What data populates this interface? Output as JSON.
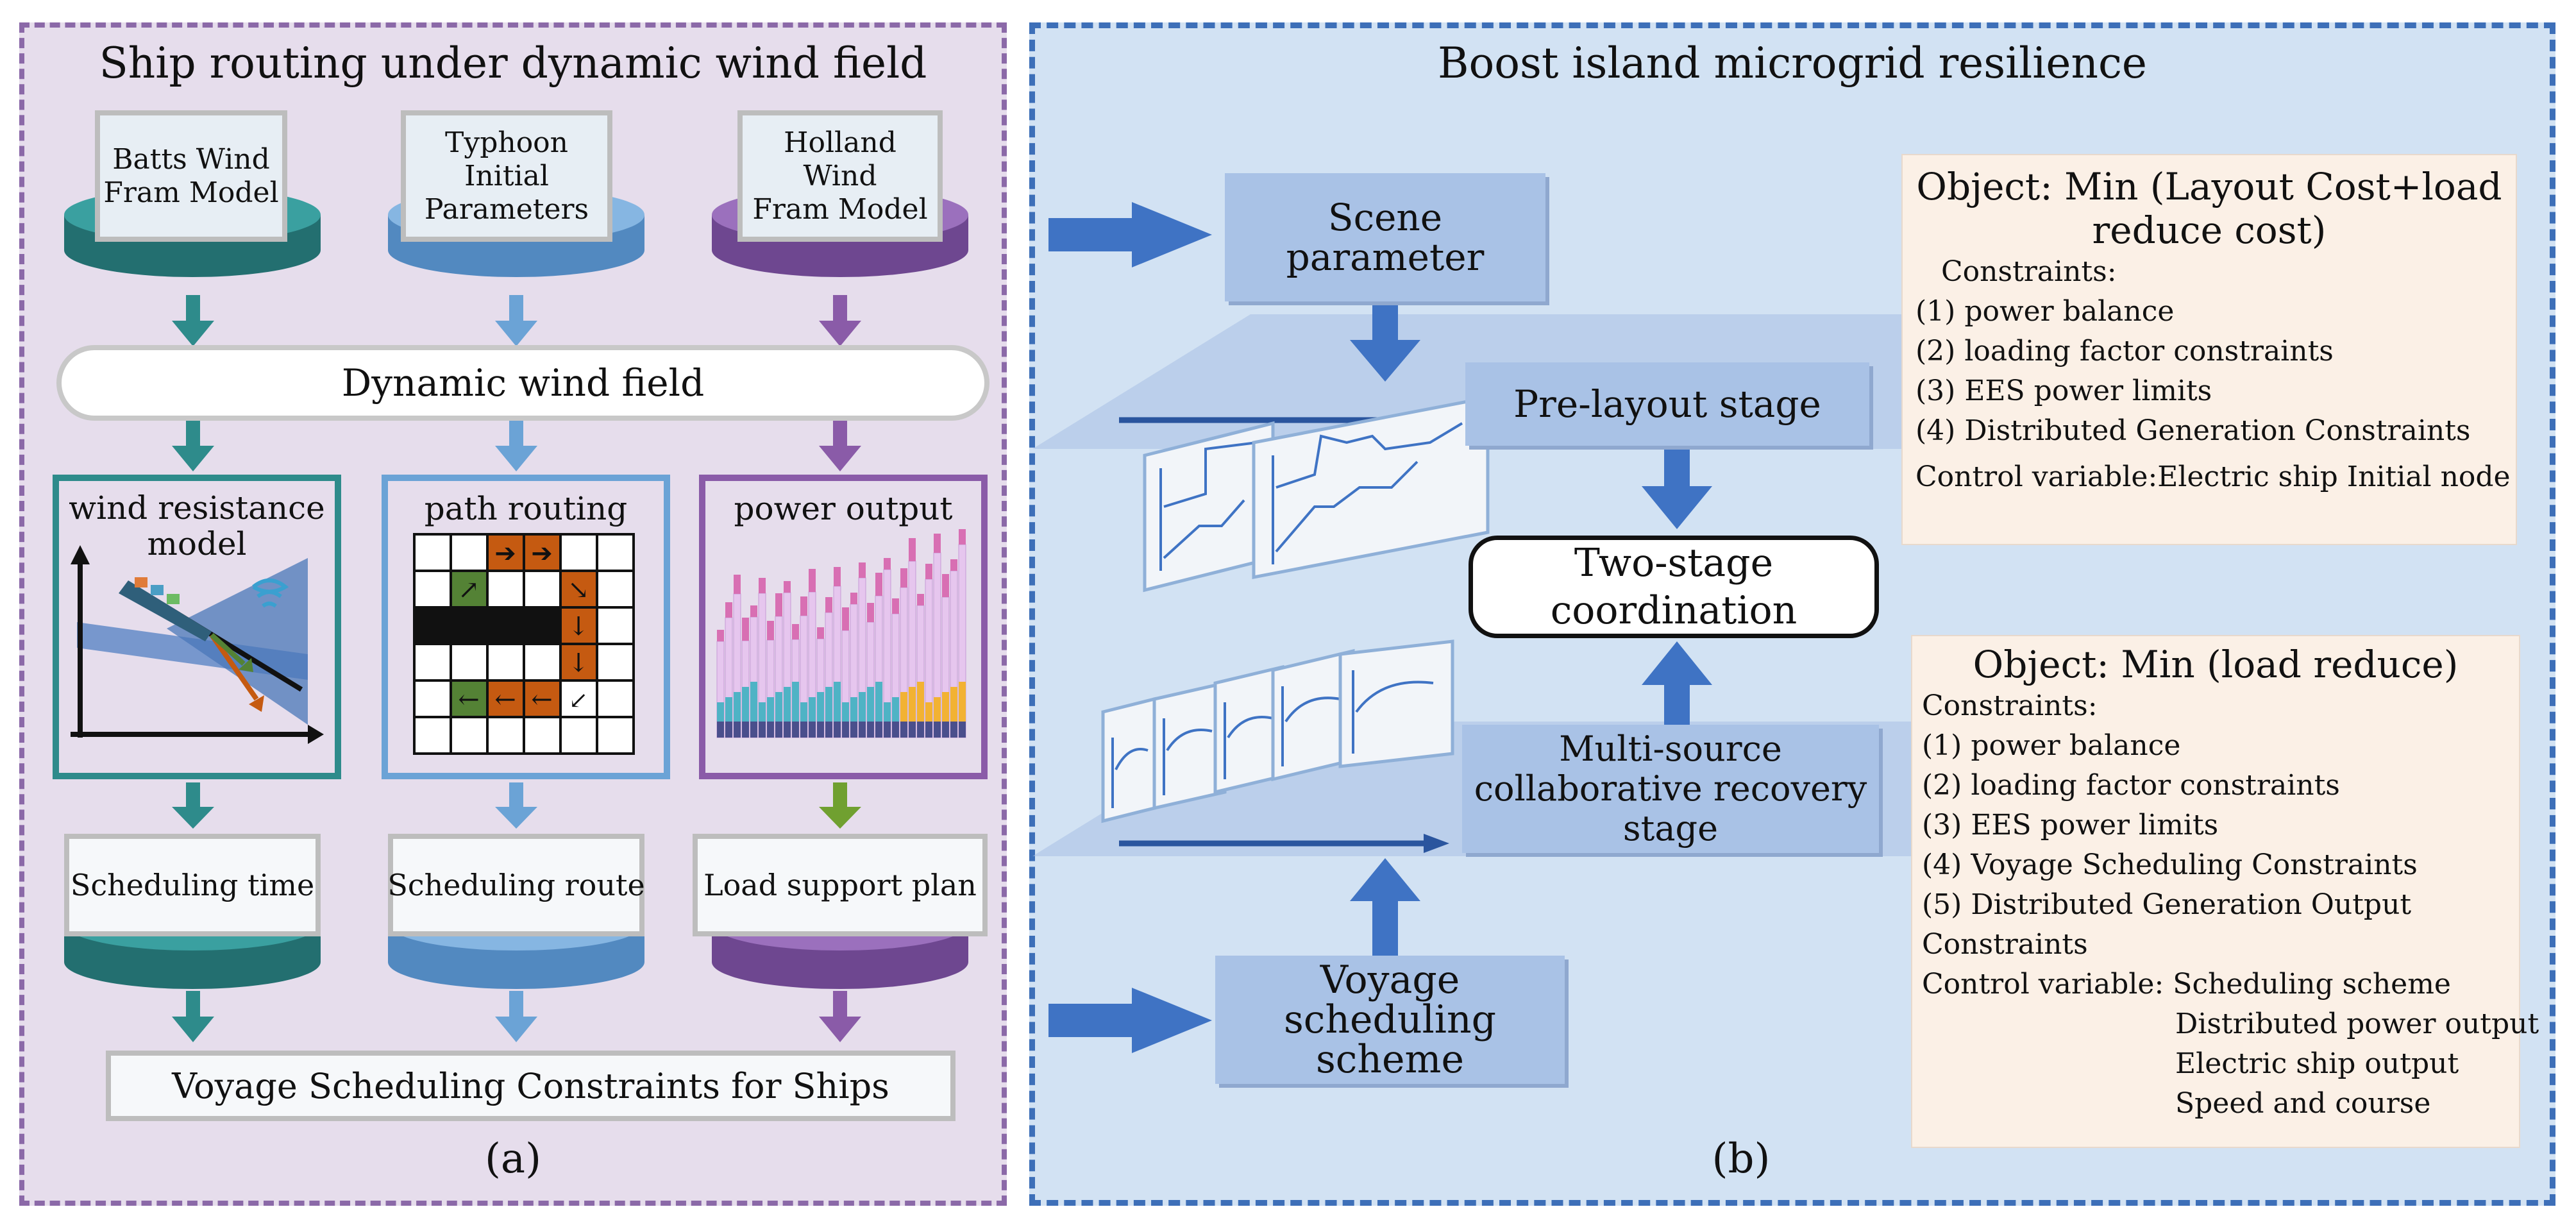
{
  "panel_a": {
    "title": "Ship routing under dynamic wind field",
    "models": [
      {
        "line1": "Batts Wind",
        "line2": "Fram Model",
        "color": "#2e8b8b"
      },
      {
        "line1": "Typhoon Initial",
        "line2": "Parameters",
        "color": "#6ba3d6"
      },
      {
        "line1": "Holland Wind",
        "line2": "Fram Model",
        "color": "#8a5ba8"
      }
    ],
    "dynamic_wind_field": "Dynamic wind field",
    "cards": [
      {
        "line1": "wind resistance",
        "line2": "model",
        "border": "#2e8b8b"
      },
      {
        "line1": "path routing",
        "line2": "",
        "border": "#6ba3d6"
      },
      {
        "line1": "power output",
        "line2": "",
        "border": "#8a5ba8"
      }
    ],
    "outputs": [
      "Scheduling time",
      "Scheduling route",
      "Load support plan"
    ],
    "bottom": "Voyage Scheduling Constraints for Ships",
    "label": "(a)"
  },
  "panel_b": {
    "title": "Boost island microgrid resilience",
    "scene_parameter": "Scene parameter",
    "pre_layout": "Pre-layout stage",
    "two_stage": {
      "line1": "Two-stage",
      "line2": "coordination"
    },
    "multi_source": {
      "line1": "Multi-source",
      "line2": "collaborative recovery",
      "line3": "stage"
    },
    "voyage": {
      "line1": "Voyage",
      "line2": "scheduling",
      "line3": "scheme"
    },
    "objective1": {
      "title1": "Object: Min (Layout Cost+load",
      "title2": "reduce cost)",
      "constraints_label": "Constraints:",
      "items": [
        "(1) power  balance",
        "(2) loading factor constraints",
        "(3) EES power limits",
        "(4) Distributed Generation Constraints"
      ],
      "control_label": "Control variable:",
      "control_value": "Electric ship Initial node"
    },
    "objective2": {
      "title": "Object: Min (load reduce)",
      "constraints_label": "Constraints:",
      "items": [
        "(1) power  balance",
        "(2) loading factor constraints",
        "(3) EES power limits",
        "(4) Voyage Scheduling Constraints",
        "(5) Distributed Generation Output",
        "Constraints"
      ],
      "control_label": "Control variable:",
      "control_values": [
        "Scheduling scheme",
        "Distributed power output",
        "Electric ship output",
        "Speed and course"
      ]
    },
    "label": "(b)"
  },
  "colors": {
    "teal": "#2e8b8b",
    "light_blue": "#6ba3d6",
    "purple": "#8a5ba8",
    "arrow_blue": "#3f73c4",
    "orange": "#c55a11",
    "green": "#548235",
    "olive_green": "#70a030"
  }
}
